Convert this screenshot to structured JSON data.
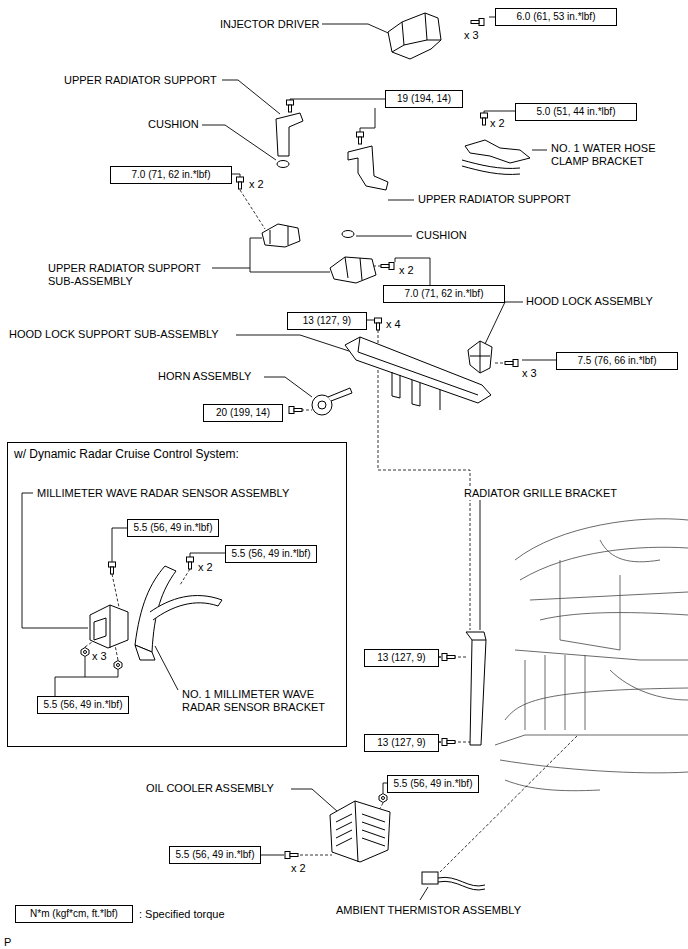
{
  "diagram": {
    "nodes": [
      {
        "text": [
          "6.0 (61, 53 in.*lbf)"
        ]
      },
      {
        "text": [
          "19 (194, 14)"
        ]
      },
      {
        "text": [
          "5.0 (51, 44 in.*lbf)"
        ]
      },
      {
        "text": [
          "7.0 (71, 62 in.*lbf)"
        ]
      },
      {
        "text": [
          "7.0 (71, 62 in.*lbf)"
        ]
      },
      {
        "text": [
          "13 (127, 9)"
        ]
      },
      {
        "text": [
          "7.5 (76, 66 in.*lbf)"
        ]
      },
      {
        "text": [
          "20 (199, 14)"
        ]
      },
      {
        "text": [
          "w/ Dynamic Radar Cruise Control System:"
        ]
      },
      {
        "text": [
          "5.5 (56, 49 in.*lbf)"
        ],
        "in": 8
      },
      {
        "text": [
          "5.5 (56, 49 in.*lbf)"
        ],
        "in": 8
      },
      {
        "text": [
          "5.5 (56, 49 in.*lbf)"
        ],
        "in": 8
      },
      {
        "text": [
          "13 (127, 9)"
        ]
      },
      {
        "text": [
          "13 (127, 9)"
        ]
      },
      {
        "text": [
          "5.5 (56, 49 in.*lbf)"
        ]
      },
      {
        "text": [
          "5.5 (56, 49 in.*lbf)"
        ]
      },
      {
        "text": [
          "N*m (kgf*cm, ft.*lbf)"
        ]
      }
    ],
    "labels": [
      "INJECTOR DRIVER",
      "x 3",
      "UPPER RADIATOR SUPPORT",
      "CUSHION",
      "x 2",
      "NO. 1 WATER HOSE CLAMP BRACKET",
      "x 2",
      "UPPER RADIATOR SUPPORT",
      "CUSHION",
      "UPPER RADIATOR SUPPORT SUB-ASSEMBLY",
      "x 2",
      "HOOD LOCK ASSEMBLY",
      "HOOD LOCK SUPPORT SUB-ASSEMBLY",
      "x 4",
      "HORN ASSEMBLY",
      "x 3",
      "MILLIMETER WAVE RADAR SENSOR ASSEMBLY",
      "x 2",
      "x 3",
      "NO. 1 MILLIMETER WAVE RADAR SENSOR BRACKET",
      "RADIATOR GRILLE BRACKET",
      "OIL COOLER ASSEMBLY",
      "x 2",
      "AMBIENT THERMISTOR ASSEMBLY",
      ": Specified torque",
      "P"
    ]
  }
}
